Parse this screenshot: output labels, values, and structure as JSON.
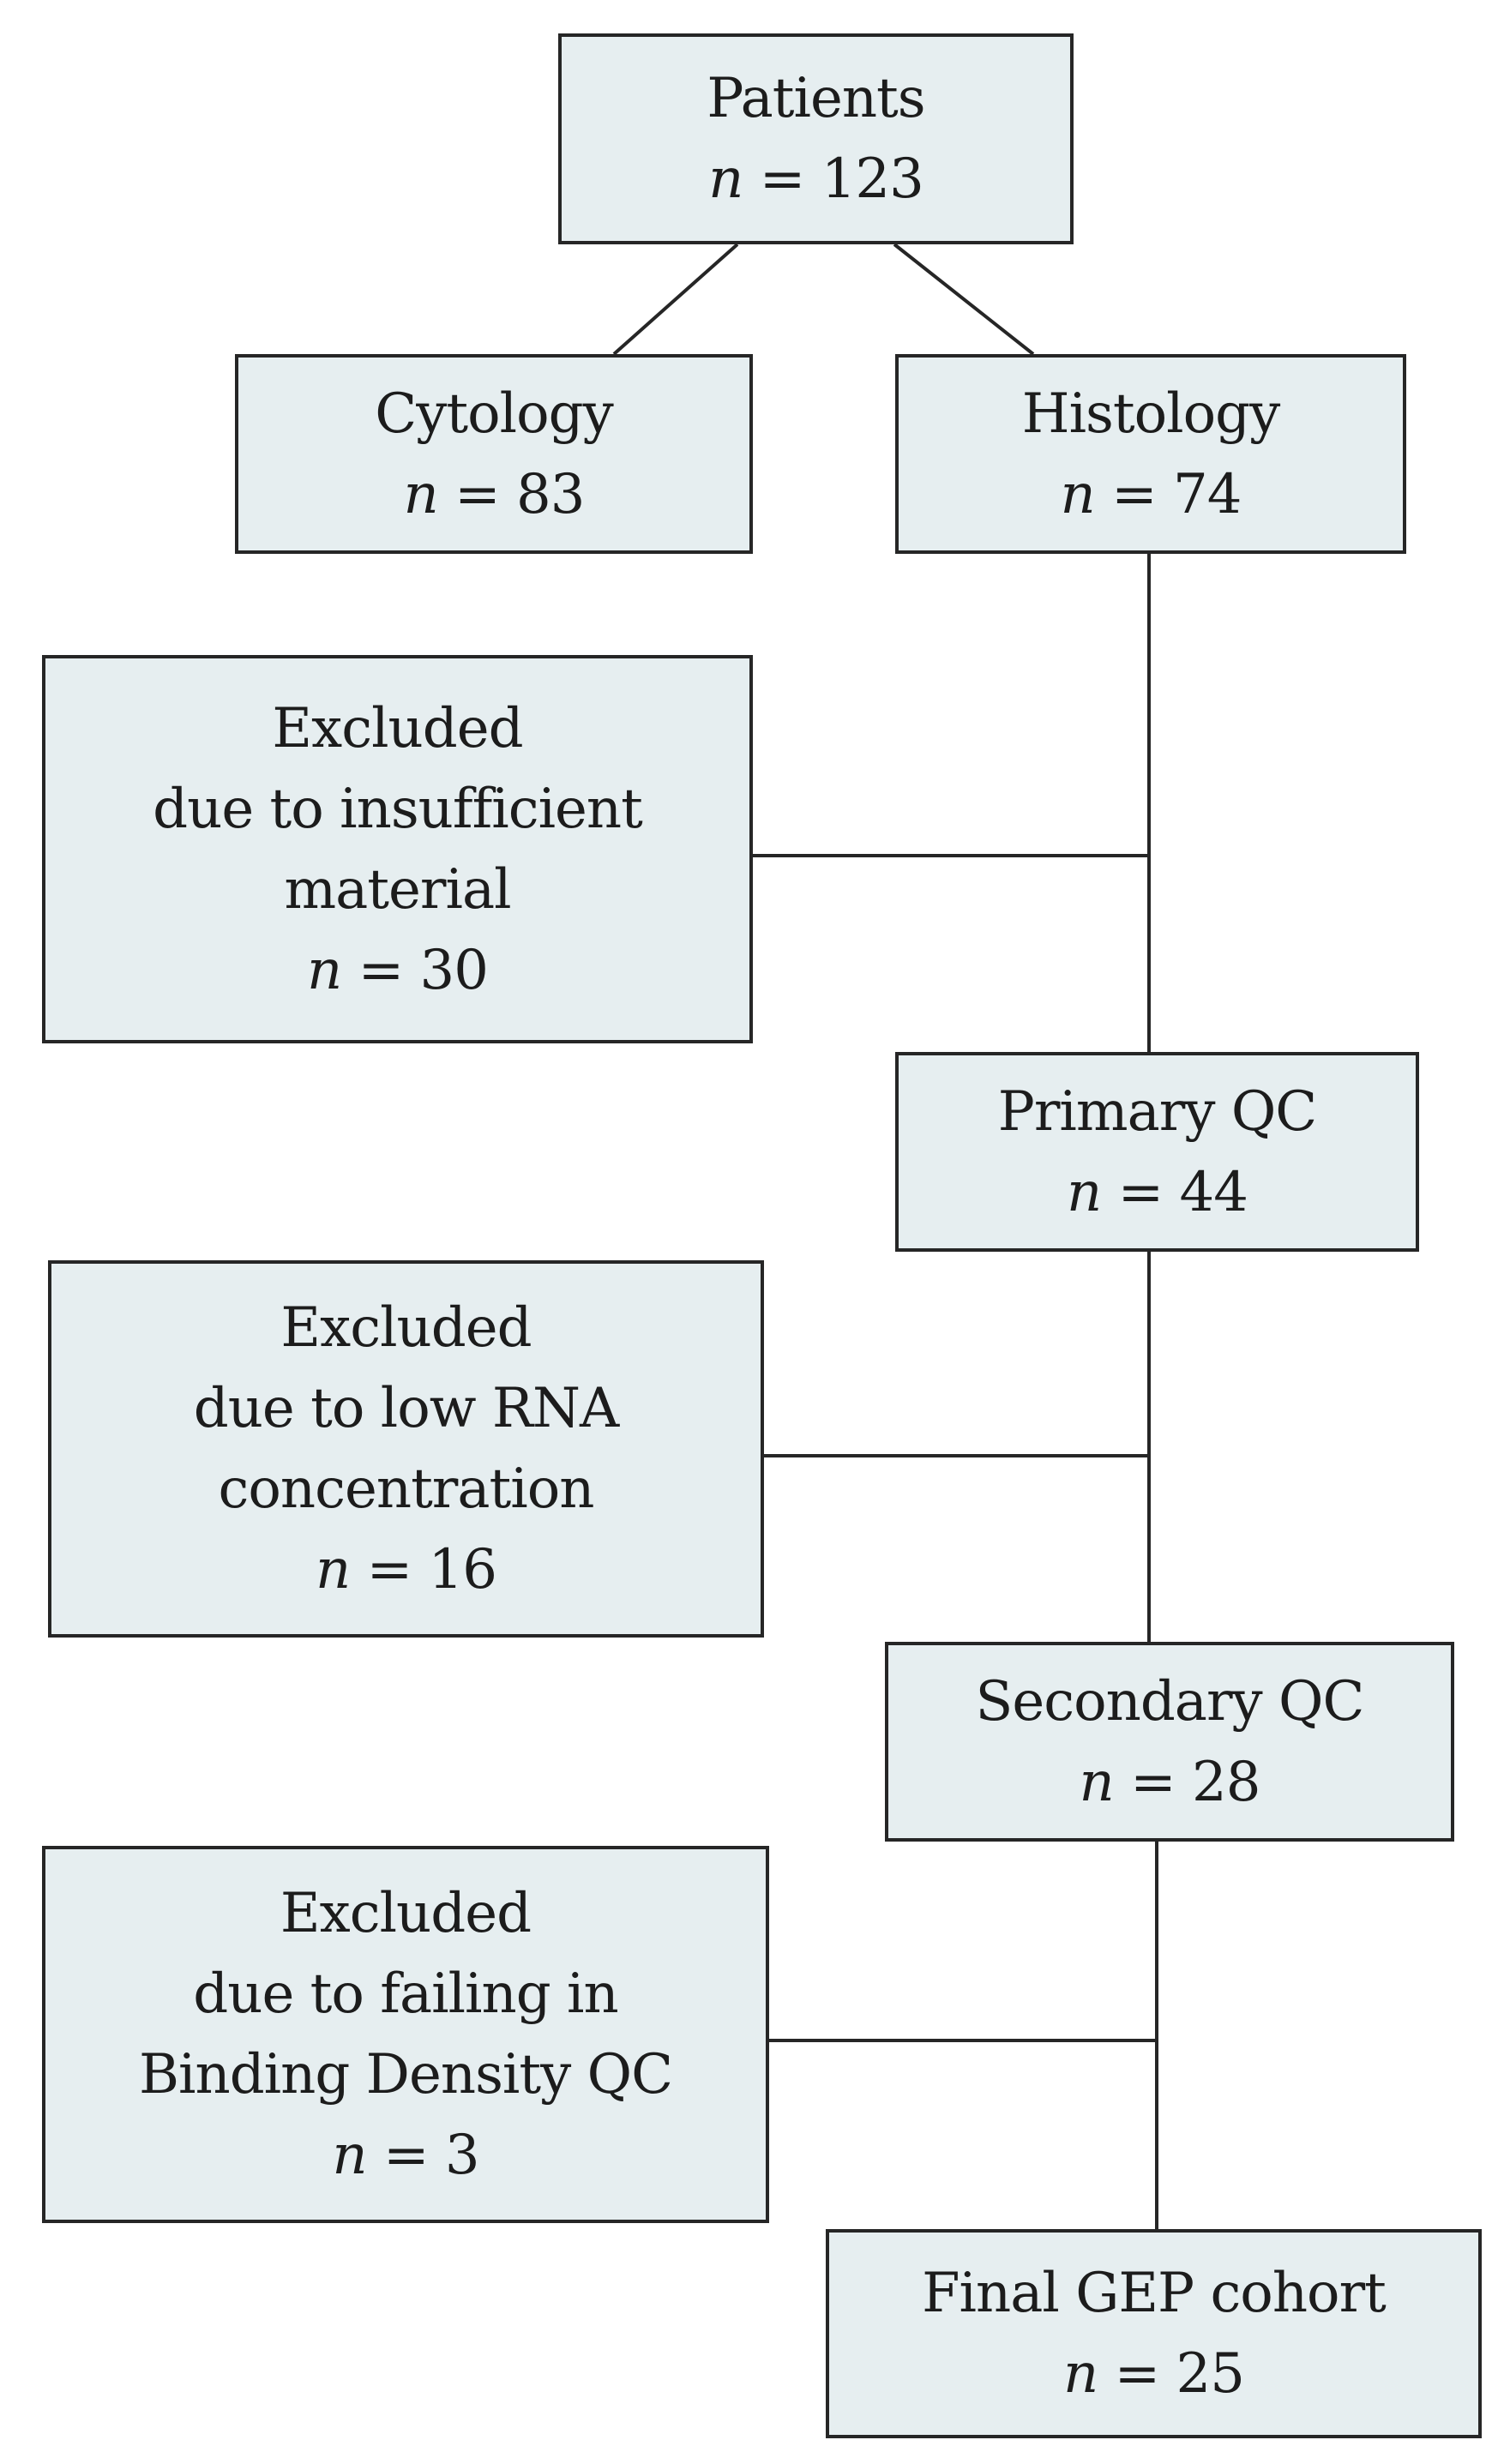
{
  "flowchart": {
    "patients": {
      "title": "Patients",
      "count": "123"
    },
    "cytology": {
      "title": "Cytology",
      "count": "83"
    },
    "histology": {
      "title": "Histology",
      "count": "74"
    },
    "excluded_insufficient": {
      "lines": [
        "Excluded",
        "due to insufficient",
        "material"
      ],
      "count": "30"
    },
    "primary_qc": {
      "title": "Primary QC",
      "count": "44"
    },
    "excluded_low_rna": {
      "lines": [
        "Excluded",
        "due to low RNA",
        "concentration"
      ],
      "count": "16"
    },
    "secondary_qc": {
      "title": "Secondary QC",
      "count": "28"
    },
    "excluded_binding_density": {
      "lines": [
        "Excluded",
        "due to failing in",
        "Binding Density QC"
      ],
      "count": "3"
    },
    "final_cohort": {
      "title": "Final GEP cohort",
      "count": "25"
    },
    "n_symbol": "n",
    "equals": "="
  }
}
